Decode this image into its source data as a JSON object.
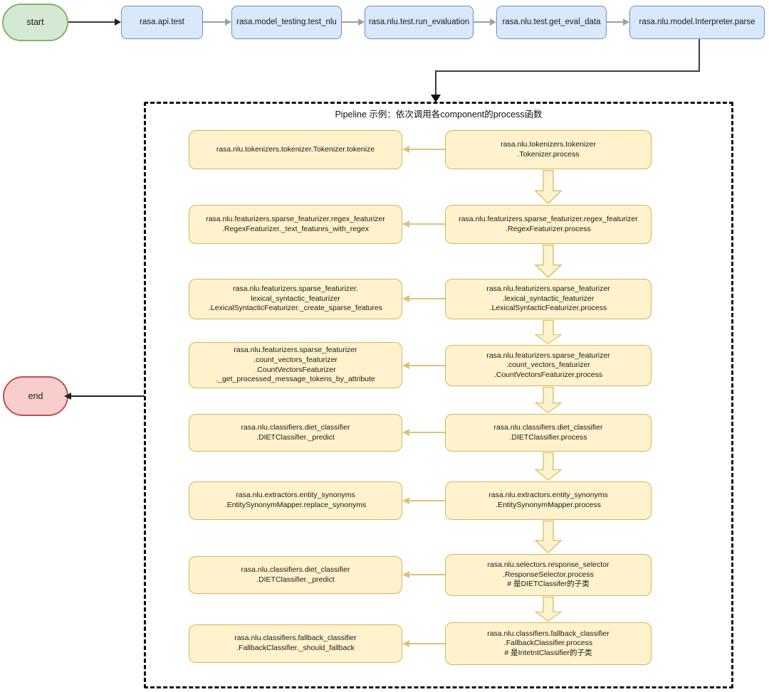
{
  "top_flow": {
    "start_label": "start",
    "nodes": [
      "rasa.api.test",
      "rasa.model_testing.test_nlu",
      "rasa.nlu.test.run_evaluation",
      "rasa.nlu.test.get_eval_data",
      "rasa.nlu.model.Interpreter.parse"
    ]
  },
  "pipeline": {
    "title": "Pipeline 示例：依次调用各component的process函数",
    "rows": [
      {
        "called": [
          "rasa.nlu.tokenizers.tokenizer.Tokenizer.tokenize"
        ],
        "process": [
          "rasa.nlu.tokenizers.tokenizer",
          ".Tokenizer.process"
        ]
      },
      {
        "called": [
          "rasa.nlu.featurizers.sparse_featurizer.regex_featurizer",
          ".RegexFeaturizer._text_features_with_regex"
        ],
        "process": [
          "rasa.nlu.featurizers.sparse_featurizer.regex_featurizer",
          ".RegexFeaturizer.process"
        ]
      },
      {
        "called": [
          "rasa.nlu.featurizers.sparse_featurizer.",
          "lexical_syntactic_featurizer",
          ".LexicalSyntacticFeaturizer._create_sparse_features"
        ],
        "process": [
          "rasa.nlu.featurizers.sparse_featurizer",
          ".lexical_syntactic_featurizer",
          ".LexicalSyntacticFeaturizer.process"
        ]
      },
      {
        "called": [
          "rasa.nlu.featurizers.sparse_featurizer",
          ".count_vectors_featurizer",
          ".CountVectorsFeaturizer",
          "._get_processed_message_tokens_by_attribute"
        ],
        "process": [
          "rasa.nlu.featurizers.sparse_featurizer",
          ".count_vectors_featurizer",
          ".CountVectorsFeaturizer.process"
        ]
      },
      {
        "called": [
          "rasa.nlu.classifiers.diet_classifier",
          ".DIETClassifier._predict"
        ],
        "process": [
          "rasa.nlu.classifiers.diet_classifier",
          ".DIETClassifier.process"
        ]
      },
      {
        "called": [
          "rasa.nlu.extractors.entity_synonyms",
          ".EntitySynonymMapper.replace_synonyms"
        ],
        "process": [
          "rasa.nlu.extractors.entity_synonyms",
          ".EntitySynonymMapper.process"
        ]
      },
      {
        "called": [
          "rasa.nlu.classifiers.diet_classifier",
          ".DIETClassifier._predict"
        ],
        "process": [
          "rasa.nlu.selectors.response_selector",
          ".ResponseSelector.process",
          "# 是DIETClassifer的子类"
        ]
      },
      {
        "called": [
          "rasa.nlu.classifiers.fallback_classifier",
          ".FallbackClassifier._should_fallback"
        ],
        "process": [
          "rasa.nlu.classifiers.fallback_classifier",
          ".FallbackClassifier.process",
          "# 是IntetntClassifier的子类"
        ]
      }
    ]
  },
  "end_label": "end",
  "colors": {
    "node_blue_fill": "#dae8fc",
    "node_blue_stroke": "#6c8ebf",
    "start_fill": "#d5e8d4",
    "start_stroke": "#82b366",
    "end_fill": "#f8cecc",
    "end_stroke": "#b85450",
    "pipeline_fill": "#fff2cc",
    "pipeline_stroke": "#d6b656",
    "dark_arrow": "#222222",
    "gray_arrow": "#9aa0a6",
    "tan_arrow": "#ddc27d"
  }
}
